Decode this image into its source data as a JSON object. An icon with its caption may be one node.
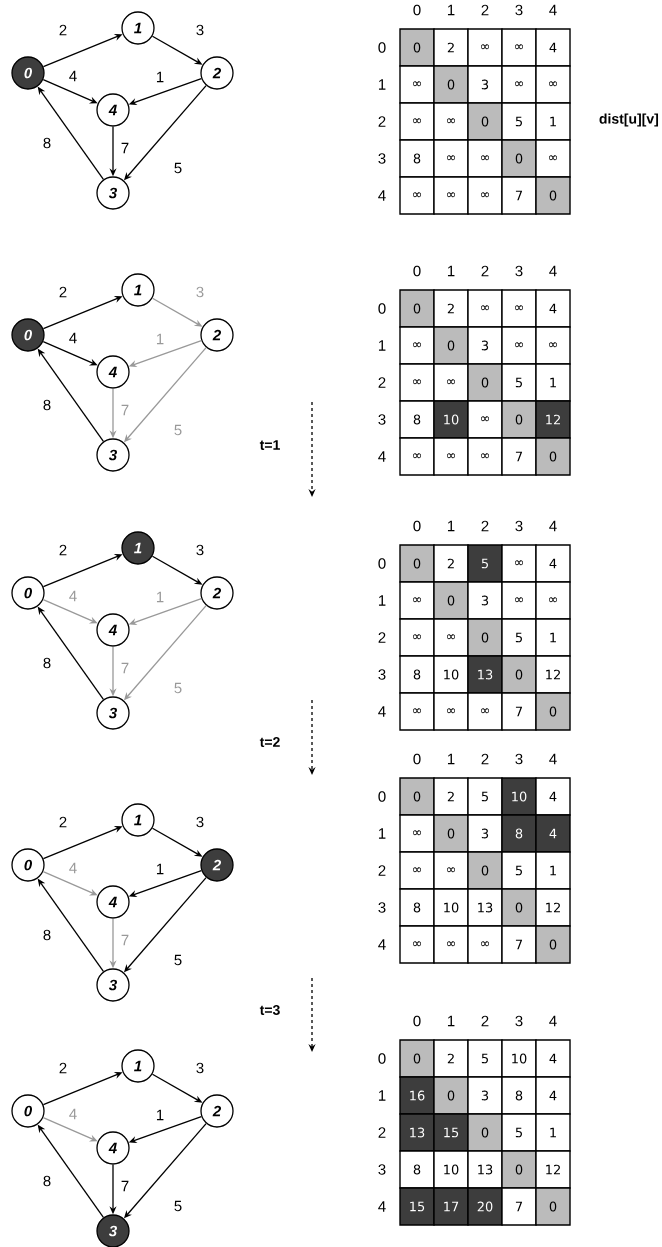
{
  "diagram": {
    "nodes": [
      {
        "text": [
          "1"
        ]
      },
      {
        "text": [
          "0"
        ]
      },
      {
        "text": [
          "2"
        ]
      },
      {
        "text": [
          "4"
        ]
      },
      {
        "text": [
          "3"
        ]
      },
      {
        "text": [
          "1"
        ]
      },
      {
        "text": [
          "0"
        ]
      },
      {
        "text": [
          "2"
        ]
      },
      {
        "text": [
          "4"
        ]
      },
      {
        "text": [
          "3"
        ]
      },
      {
        "text": [
          "1"
        ]
      },
      {
        "text": [
          "0"
        ]
      },
      {
        "text": [
          "2"
        ]
      },
      {
        "text": [
          "4"
        ]
      },
      {
        "text": [
          "3"
        ]
      },
      {
        "text": [
          "1"
        ]
      },
      {
        "text": [
          "0"
        ]
      },
      {
        "text": [
          "2"
        ]
      },
      {
        "text": [
          "4"
        ]
      },
      {
        "text": [
          "3"
        ]
      },
      {
        "text": [
          "1"
        ]
      },
      {
        "text": [
          "0"
        ]
      },
      {
        "text": [
          "2"
        ]
      },
      {
        "text": [
          "4"
        ]
      },
      {
        "text": [
          "3"
        ]
      }
    ],
    "edges": [
      {
        "from": 1,
        "to": 0,
        "label": "2",
        "arrow": "to"
      },
      {
        "from": 0,
        "to": 2,
        "label": "3",
        "arrow": "to"
      },
      {
        "from": 1,
        "to": 3,
        "label": "4",
        "arrow": "to"
      },
      {
        "from": 2,
        "to": 3,
        "label": "1",
        "arrow": "to"
      },
      {
        "from": 3,
        "to": 4,
        "label": "7",
        "arrow": "to"
      },
      {
        "from": 2,
        "to": 4,
        "label": "5",
        "arrow": "to"
      },
      {
        "from": 4,
        "to": 1,
        "label": "8",
        "arrow": "to"
      },
      {
        "from": 6,
        "to": 5,
        "label": "2",
        "arrow": "to"
      },
      {
        "from": 5,
        "to": 7,
        "label": "3",
        "arrow": "to",
        "color": "#999999"
      },
      {
        "from": 6,
        "to": 8,
        "label": "4",
        "arrow": "to"
      },
      {
        "from": 7,
        "to": 8,
        "label": "1",
        "arrow": "to",
        "color": "#999999"
      },
      {
        "from": 8,
        "to": 9,
        "label": "7",
        "arrow": "to",
        "color": "#999999"
      },
      {
        "from": 7,
        "to": 9,
        "label": "5",
        "arrow": "to",
        "color": "#999999"
      },
      {
        "from": 9,
        "to": 6,
        "label": "8",
        "arrow": "to"
      },
      {
        "from": 11,
        "to": 10,
        "label": "2",
        "arrow": "to"
      },
      {
        "from": 10,
        "to": 12,
        "label": "3",
        "arrow": "to"
      },
      {
        "from": 11,
        "to": 13,
        "label": "4",
        "arrow": "to",
        "color": "#999999"
      },
      {
        "from": 12,
        "to": 13,
        "label": "1",
        "arrow": "to",
        "color": "#999999"
      },
      {
        "from": 13,
        "to": 14,
        "label": "7",
        "arrow": "to",
        "color": "#999999"
      },
      {
        "from": 12,
        "to": 14,
        "label": "5",
        "arrow": "to",
        "color": "#999999"
      },
      {
        "from": 14,
        "to": 11,
        "label": "8",
        "arrow": "to"
      },
      {
        "from": 16,
        "to": 15,
        "label": "2",
        "arrow": "to"
      },
      {
        "from": 15,
        "to": 17,
        "label": "3",
        "arrow": "to"
      },
      {
        "from": 16,
        "to": 18,
        "label": "4",
        "arrow": "to",
        "color": "#999999"
      },
      {
        "from": 17,
        "to": 18,
        "label": "1",
        "arrow": "to"
      },
      {
        "from": 18,
        "to": 19,
        "label": "7",
        "arrow": "to",
        "color": "#999999"
      },
      {
        "from": 17,
        "to": 19,
        "label": "5",
        "arrow": "to"
      },
      {
        "from": 19,
        "to": 16,
        "label": "8",
        "arrow": "to"
      },
      {
        "from": 21,
        "to": 20,
        "label": "2",
        "arrow": "to"
      },
      {
        "from": 20,
        "to": 22,
        "label": "3",
        "arrow": "to"
      },
      {
        "from": 21,
        "to": 23,
        "label": "4",
        "arrow": "to",
        "color": "#999999"
      },
      {
        "from": 22,
        "to": 23,
        "label": "1",
        "arrow": "to"
      },
      {
        "from": 23,
        "to": 24,
        "label": "7",
        "arrow": "to"
      },
      {
        "from": 22,
        "to": 24,
        "label": "5",
        "arrow": "to"
      },
      {
        "from": 24,
        "to": 21,
        "label": "8",
        "arrow": "to"
      }
    ],
    "labels": [
      "0",
      "1",
      "2",
      "3",
      "4",
      "0",
      "0",
      "2",
      "∞",
      "∞",
      "4",
      "1",
      "∞",
      "0",
      "3",
      "∞",
      "∞",
      "2",
      "∞",
      "∞",
      "0",
      "5",
      "1",
      "3",
      "8",
      "∞",
      "∞",
      "0",
      "∞",
      "4",
      "∞",
      "∞",
      "∞",
      "7",
      "0",
      "dist[u][v]",
      "0",
      "1",
      "2",
      "3",
      "4",
      "0",
      "0",
      "2",
      "∞",
      "∞",
      "4",
      "1",
      "∞",
      "0",
      "3",
      "∞",
      "∞",
      "2",
      "∞",
      "∞",
      "0",
      "5",
      "1",
      "3",
      "8",
      "10",
      "∞",
      "0",
      "12",
      "4",
      "∞",
      "∞",
      "∞",
      "7",
      "0",
      "t=1",
      "0",
      "1",
      "2",
      "3",
      "4",
      "0",
      "0",
      "2",
      "5",
      "∞",
      "4",
      "1",
      "∞",
      "0",
      "3",
      "∞",
      "∞",
      "2",
      "∞",
      "∞",
      "0",
      "5",
      "1",
      "3",
      "8",
      "10",
      "13",
      "0",
      "12",
      "4",
      "∞",
      "∞",
      "∞",
      "7",
      "0",
      "t=2",
      "0",
      "1",
      "2",
      "3",
      "4",
      "0",
      "0",
      "2",
      "5",
      "10",
      "4",
      "1",
      "∞",
      "0",
      "3",
      "8",
      "4",
      "2",
      "∞",
      "∞",
      "0",
      "5",
      "1",
      "3",
      "8",
      "10",
      "13",
      "0",
      "12",
      "4",
      "∞",
      "∞",
      "∞",
      "7",
      "0",
      "t=3",
      "0",
      "1",
      "2",
      "3",
      "4",
      "0",
      "0",
      "2",
      "5",
      "10",
      "4",
      "1",
      "16",
      "0",
      "3",
      "8",
      "4",
      "2",
      "13",
      "15",
      "0",
      "5",
      "1",
      "3",
      "8",
      "10",
      "13",
      "0",
      "12",
      "4",
      "15",
      "17",
      "20",
      "7",
      "0"
    ]
  }
}
